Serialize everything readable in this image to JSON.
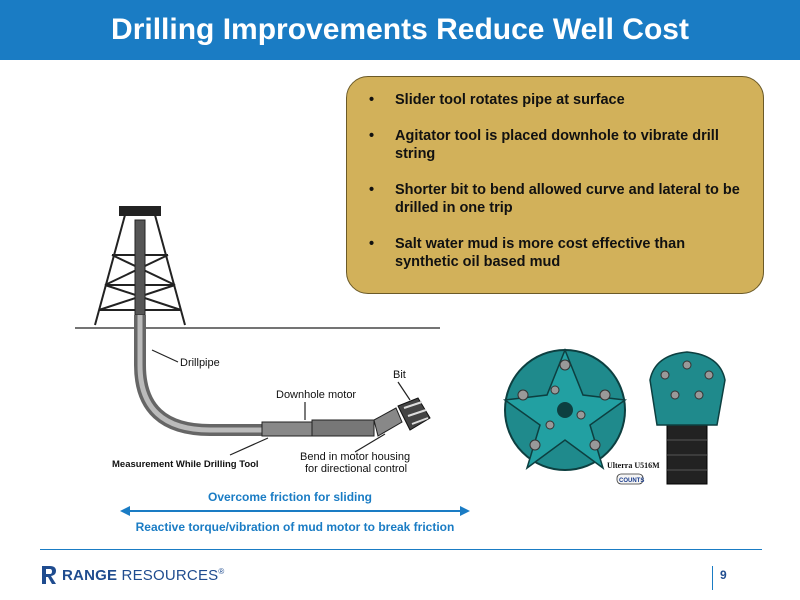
{
  "slide": {
    "title": "Drilling Improvements Reduce Well Cost",
    "page_number": "9"
  },
  "bullets": [
    "Slider tool rotates pipe at surface",
    "Agitator tool is placed downhole to vibrate drill string",
    "Shorter bit to bend allowed curve and lateral to be drilled in one trip",
    "Salt water mud is more cost effective than synthetic oil based  mud"
  ],
  "bullet_marker": "•",
  "diagram": {
    "labels": {
      "drillpipe": "Drillpipe",
      "downhole_motor": "Downhole motor",
      "bit": "Bit",
      "mwd_tool": "Measurement While Drilling Tool",
      "bend_line1": "Bend in motor housing",
      "bend_line2": "for directional control"
    }
  },
  "friction": {
    "overcome": "Overcome friction for sliding",
    "reactive": "Reactive torque/vibration of mud motor to break friction"
  },
  "bits_photo": {
    "caption": "Ulterra U516M",
    "badge": "COUNTS"
  },
  "footer": {
    "logo_bold": "RANGE",
    "logo_rest": " RESOURCES",
    "logo_mark": "®"
  },
  "colors": {
    "accent": "#1a7cc4",
    "box": "#d2b15a",
    "brand": "#1f4c8f",
    "bit_teal": "#1f8a8c"
  }
}
